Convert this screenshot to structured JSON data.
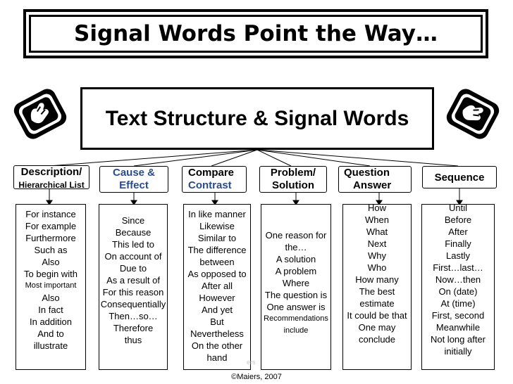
{
  "title": "Signal Words Point the Way…",
  "subtitle": "Text Structure & Signal Words",
  "categories": [
    {
      "line1": "Description/",
      "line2": "Hierarchical List"
    },
    {
      "line1": "Cause &",
      "line2": "Effect"
    },
    {
      "line1": "Compare",
      "line2": "Contrast"
    },
    {
      "line1": "Problem/",
      "line2": "Solution"
    },
    {
      "line1": "Question",
      "line2": "Answer"
    },
    {
      "line1": "Sequence",
      "line2": ""
    }
  ],
  "columns": [
    {
      "words": [
        "For instance",
        "For example",
        "Furthermore",
        "Such as",
        "Also",
        "To begin with",
        "Most important",
        "Also",
        "In fact",
        "In addition",
        "And to",
        "illustrate"
      ]
    },
    {
      "words": [
        "Since",
        "Because",
        "This led to",
        "On account of",
        "Due to",
        "As a result of",
        "For this reason",
        "Consequentially",
        "Then…so…",
        "Therefore",
        "thus"
      ]
    },
    {
      "words": [
        "In like manner",
        "Likewise",
        "Similar to",
        "The difference",
        "between",
        "As opposed to",
        "After all",
        "However",
        "And yet",
        "But",
        "Nevertheless",
        "On the other",
        "hand"
      ]
    },
    {
      "words": [
        "One reason for",
        "the…",
        "A solution",
        "A problem",
        "Where",
        "The question is",
        "One answer is",
        "Recommendations",
        "include"
      ]
    },
    {
      "words": [
        "How",
        "When",
        "What",
        "Next",
        "Why",
        "Who",
        "How many",
        "The best",
        "estimate",
        "It could be that",
        "One may",
        "conclude"
      ]
    },
    {
      "words": [
        "Until",
        "Before",
        "After",
        "Finally",
        "Lastly",
        "First…last…",
        "Now…then",
        "On (date)",
        "At (time)",
        "First, second",
        "Meanwhile",
        "Not long after",
        "initially"
      ]
    }
  ],
  "watermark": "ers",
  "copyright": "©Maiers, 2007",
  "colors": {
    "accent": "#2a4c8c",
    "border": "#000000"
  },
  "icons": {
    "logo": "hand-pointing-logo-icon"
  }
}
